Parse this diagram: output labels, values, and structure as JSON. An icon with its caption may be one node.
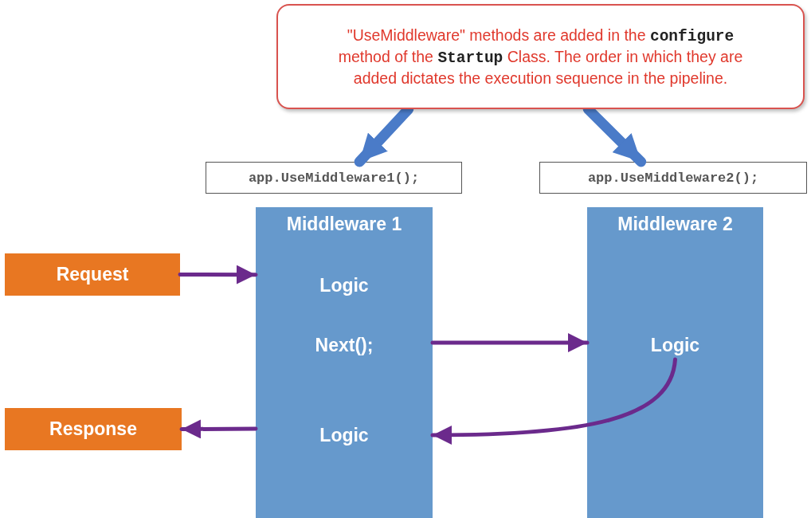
{
  "diagram": {
    "nodes": [
      {
        "text": [
          "\"UseMiddleware\" methods are added in the **configure** method of the **Startup** Class. The order in which they are added dictates the execution sequence in the pipeline."
        ]
      },
      {
        "text": [
          "app.UseMiddleware1();"
        ]
      },
      {
        "text": [
          "app.UseMiddleware2();"
        ]
      },
      {
        "text": [
          "Middleware 1"
        ]
      },
      {
        "text": [
          "Logic"
        ],
        "in": 3
      },
      {
        "text": [
          "Next();"
        ],
        "in": 3
      },
      {
        "text": [
          "Logic"
        ],
        "in": 3
      },
      {
        "text": [
          "Middleware 2"
        ]
      },
      {
        "text": [
          "Logic"
        ],
        "in": 7
      },
      {
        "text": [
          "Request"
        ]
      },
      {
        "text": [
          "Response"
        ]
      }
    ],
    "edges": [
      {
        "from": 0,
        "to": 1,
        "arrow": "to",
        "style": "thick",
        "color": "#4a7bc8"
      },
      {
        "from": 0,
        "to": 2,
        "arrow": "to",
        "style": "thick",
        "color": "#4a7bc8"
      },
      {
        "from": 9,
        "to": 4,
        "arrow": "to"
      },
      {
        "from": 3,
        "to": 7,
        "arrow": "to"
      },
      {
        "from": 8,
        "to": 6,
        "arrow": "to"
      },
      {
        "from": 3,
        "to": 10,
        "arrow": "to"
      }
    ]
  }
}
